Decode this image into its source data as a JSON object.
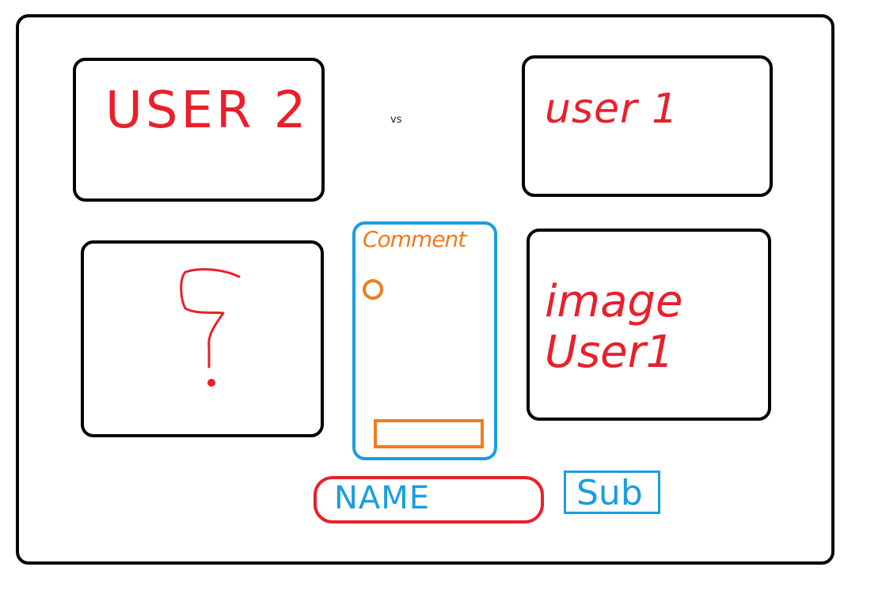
{
  "panels": {
    "user2": {
      "label": "USER 2"
    },
    "user1": {
      "label": "user 1"
    },
    "mystery": {
      "label": "?"
    },
    "image_user1": {
      "label": "image User1"
    }
  },
  "vs_label": "vs",
  "comment": {
    "label": "Comment"
  },
  "name_field": {
    "label": "NAME"
  },
  "submit": {
    "label": "Sub"
  },
  "colors": {
    "red": "#e8202b",
    "blue": "#1a9de0",
    "orange": "#f07c1e",
    "black": "#000000"
  }
}
